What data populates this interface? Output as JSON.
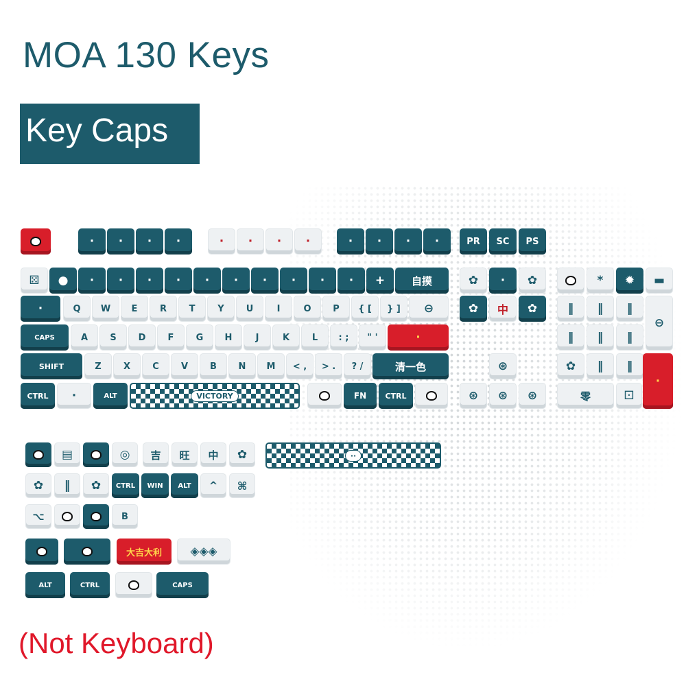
{
  "header": {
    "title": "MOA 130 Keys",
    "subtitle": "Key Caps",
    "note": "(Not Keyboard)"
  },
  "colors": {
    "teal": "#1d5b6b",
    "white_key": "#eef1f3",
    "red": "#d81e2a",
    "note_red": "#e0182a"
  },
  "keys": {
    "r1": [
      "PR",
      "SC",
      "PS"
    ],
    "r2": [
      "自摸"
    ],
    "r3": [
      "Q",
      "W",
      "E",
      "R",
      "T",
      "Y",
      "U",
      "I",
      "O",
      "P",
      "{ [",
      "} ]"
    ],
    "r4": [
      "CAPS",
      "A",
      "S",
      "D",
      "F",
      "G",
      "H",
      "J",
      "K",
      "L",
      ": ;",
      "\" '"
    ],
    "r5": [
      "SHIFT",
      "Z",
      "X",
      "C",
      "V",
      "B",
      "N",
      "M",
      "< ,",
      "> .",
      "? /",
      "清一色"
    ],
    "r6": [
      "CTRL",
      "ALT",
      "VICTORY",
      "FN",
      "CTRL"
    ],
    "nav": [
      "中"
    ],
    "numpad": [
      "*",
      "零"
    ],
    "ex1": [
      "吉",
      "旺",
      "中"
    ],
    "ex2": [
      "CTRL",
      "WIN",
      "ALT",
      "^",
      "⌘"
    ],
    "ex3": [
      "⌥",
      "B"
    ],
    "ex4": [
      "大吉大利"
    ],
    "ex5": [
      "ALT",
      "CTRL",
      "CAPS"
    ]
  }
}
